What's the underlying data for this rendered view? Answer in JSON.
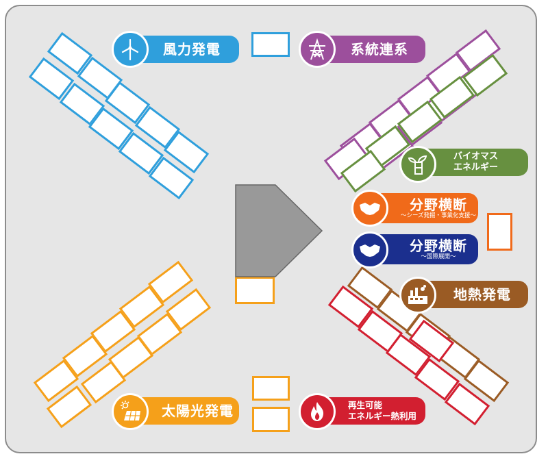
{
  "colors": {
    "wind": "#2f9fdc",
    "grid": "#9c4f9c",
    "biomass": "#679040",
    "cross_seeds": "#f06a1a",
    "cross_intl": "#1b2f8e",
    "geothermal": "#9a5b24",
    "solar": "#f5a01a",
    "renewable_heat": "#d21f30",
    "center_shape": "#999999"
  },
  "labels": {
    "wind": "風力発電",
    "grid": "系統連系",
    "biomass_line1": "バイオマス",
    "biomass_line2": "エネルギー",
    "cross_seeds_title": "分野横断",
    "cross_seeds_sub": "～シーズ発掘・事業化支援～",
    "cross_intl_title": "分野横断",
    "cross_intl_sub": "～国際展開～",
    "geothermal": "地熱発電",
    "solar": "太陽光発電",
    "renewable_heat_line1": "再生可能",
    "renewable_heat_line2": "エネルギー熱利用"
  },
  "icons": {
    "wind": "wind-turbine-icon",
    "grid": "transmission-tower-icon",
    "biomass": "biomass-plant-icon",
    "cross_seeds": "handshake-icon",
    "cross_intl": "handshake-icon",
    "geothermal": "geothermal-plant-icon",
    "solar": "solar-panel-icon",
    "renewable_heat": "flame-icon"
  }
}
